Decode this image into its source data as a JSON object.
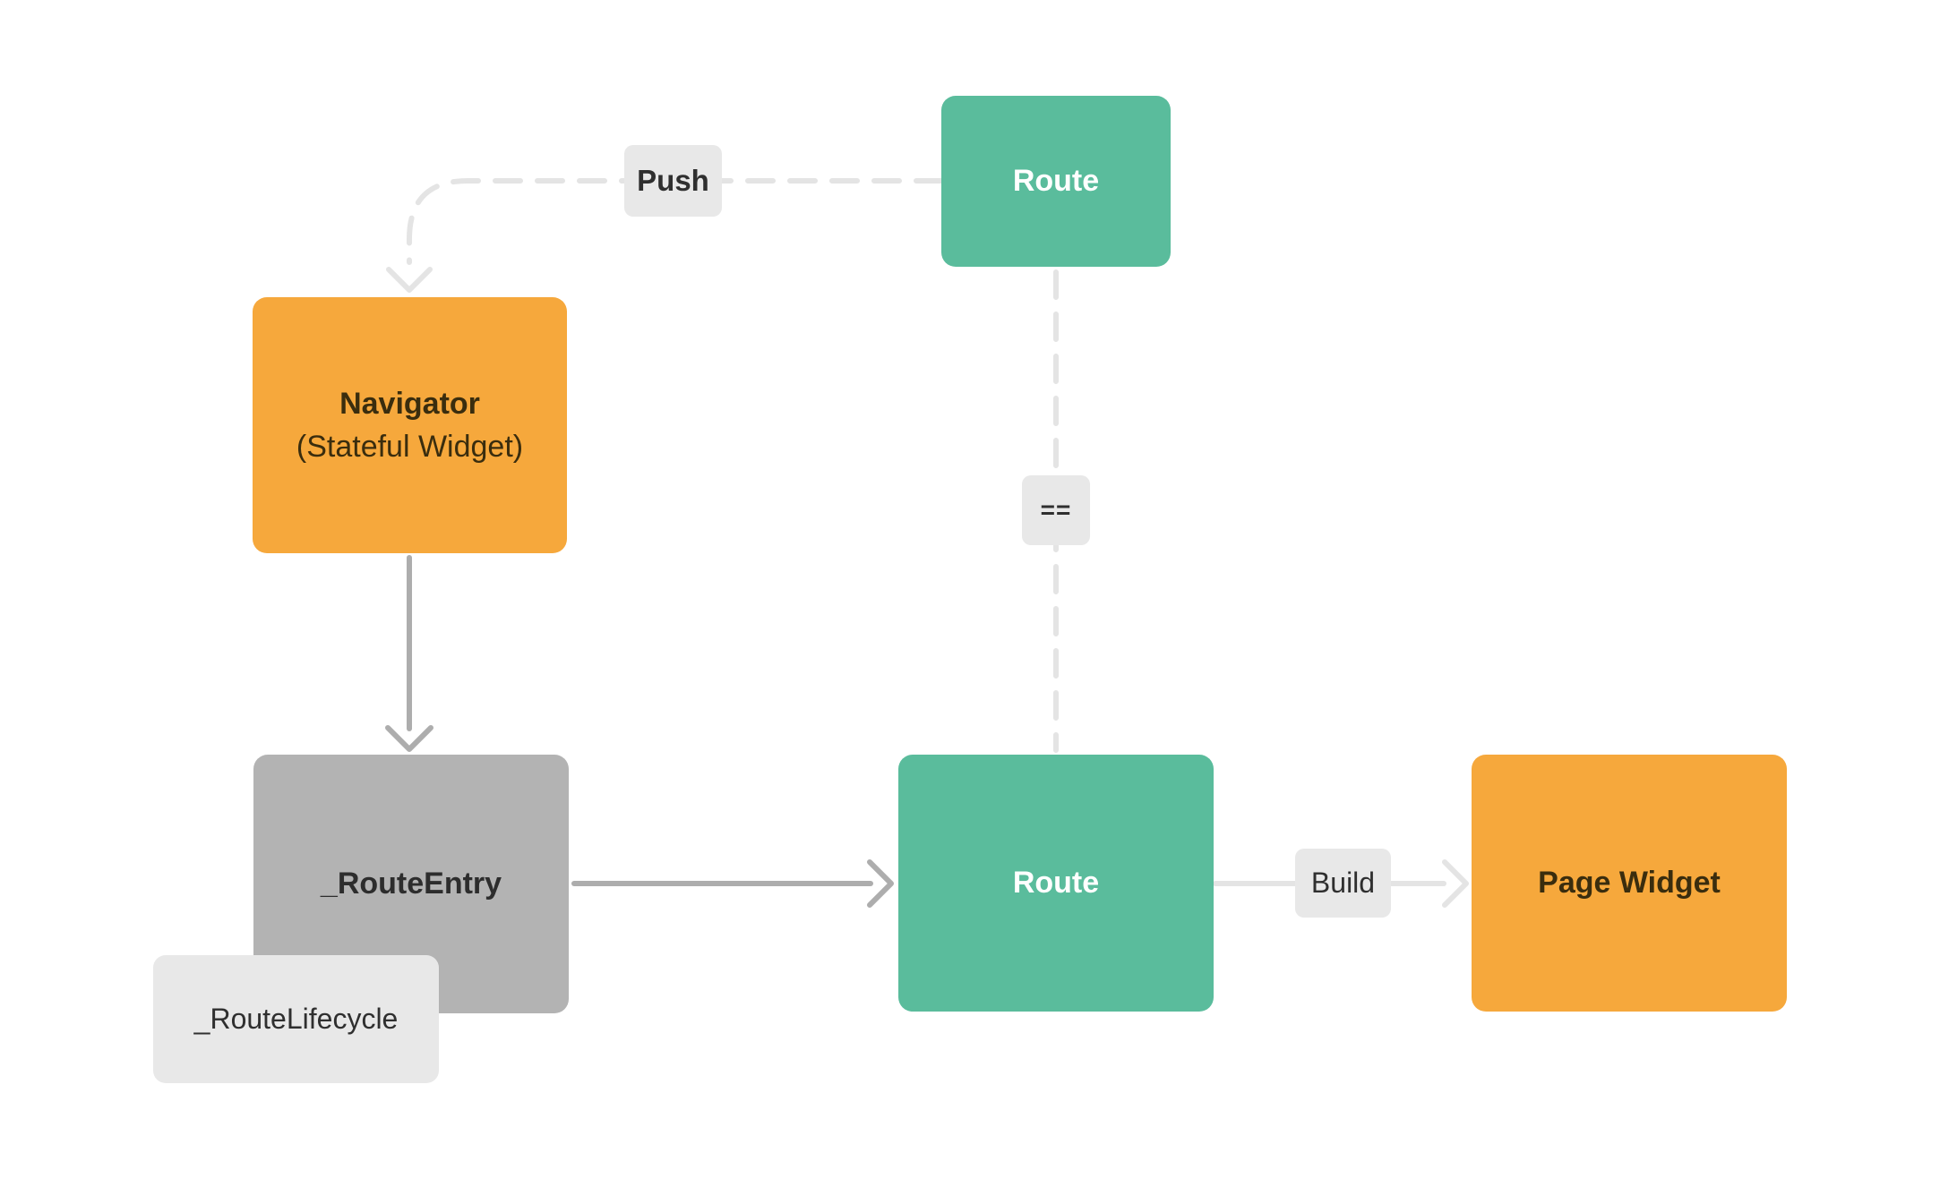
{
  "diagram": {
    "nodes": {
      "route_top": {
        "label": "Route"
      },
      "navigator": {
        "title": "Navigator",
        "subtitle": "(Stateful Widget)"
      },
      "route_entry": {
        "label": "_RouteEntry"
      },
      "route_lifecycle": {
        "label": "_RouteLifecycle"
      },
      "route_bottom": {
        "label": "Route"
      },
      "page_widget": {
        "label": "Page Widget"
      }
    },
    "edge_labels": {
      "push": "Push",
      "equals": "==",
      "build": "Build"
    },
    "colors": {
      "node_green": "#5abc9c",
      "node_orange": "#f6a83c",
      "node_gray": "#b3b3b3",
      "label_gray": "#e8e8e8",
      "dashed_line": "#e4e4e4",
      "solid_arrow": "#adadad",
      "text_on_green": "#ffffff",
      "text_on_orange": "#3a2d0e",
      "text_dark": "#2f2f2f",
      "background": "#ffffff"
    }
  }
}
